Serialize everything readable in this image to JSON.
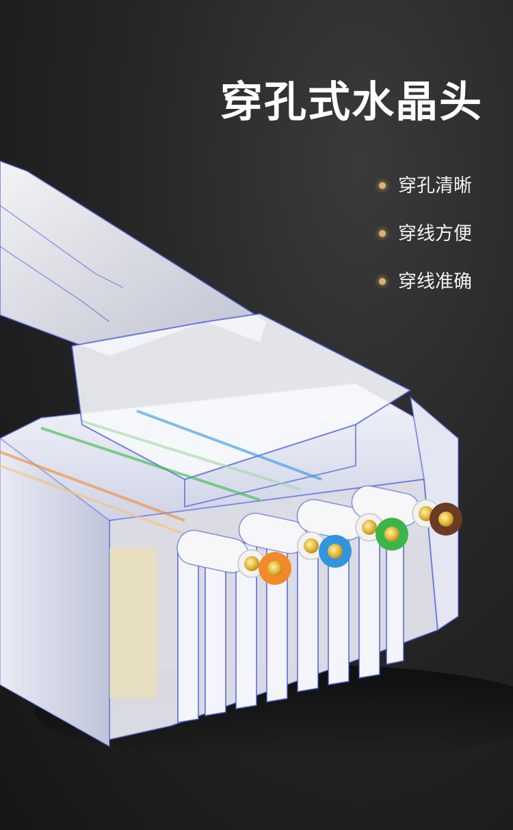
{
  "headline": "穿孔式水晶头",
  "features": [
    {
      "label": "穿孔清晰"
    },
    {
      "label": "穿线方便"
    },
    {
      "label": "穿线准确"
    }
  ],
  "colors": {
    "background": "#222222",
    "accent_bullet": "#d9b46a",
    "text": "#ffffff",
    "outline": "#3b4fd8"
  },
  "wires": [
    {
      "color": "#f28a2a"
    },
    {
      "color": "#f28a2a"
    },
    {
      "color": "#3bb54a"
    },
    {
      "color": "#3bb54a"
    },
    {
      "color": "#2f95e0"
    },
    {
      "color": "#2f95e0"
    },
    {
      "color": "#6b3b25"
    },
    {
      "color": "#6b3b25"
    }
  ],
  "icons": {
    "bullet": "gold-dot-icon"
  }
}
